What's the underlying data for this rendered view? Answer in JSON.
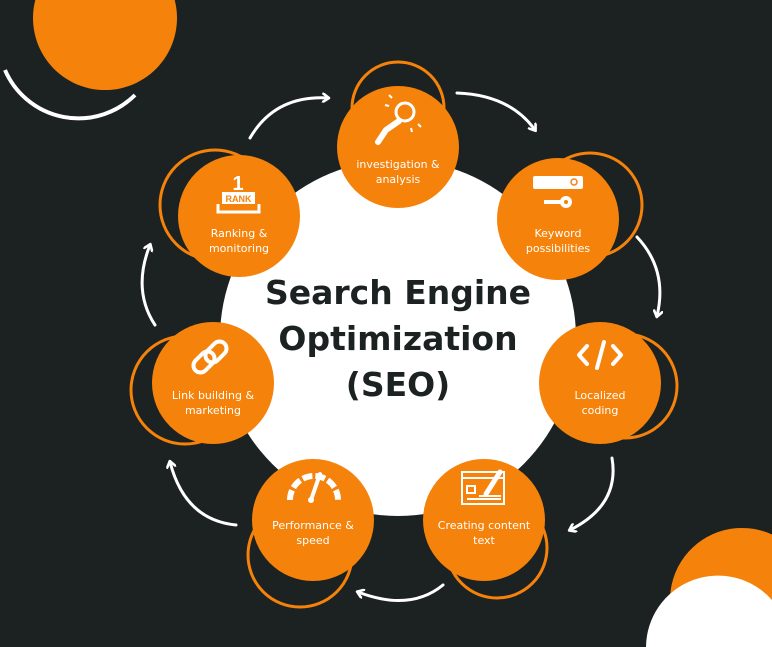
{
  "title": {
    "line1": "Search Engine",
    "line2": "Optimization",
    "line3": "(SEO)"
  },
  "colors": {
    "background": "#1b2221",
    "accent": "#f5820a",
    "center": "#ffffff"
  },
  "steps": [
    {
      "line1": "investigation &",
      "line2": "analysis",
      "icon": "magnifier-hand-icon"
    },
    {
      "line1": "Keyword",
      "line2": "possibilities",
      "icon": "search-key-icon"
    },
    {
      "line1": "Localized",
      "line2": "coding",
      "icon": "code-icon"
    },
    {
      "line1": "Creating content",
      "line2": "text",
      "icon": "content-edit-icon"
    },
    {
      "line1": "Performance &",
      "line2": "speed",
      "icon": "speedometer-icon"
    },
    {
      "line1": "Link building &",
      "line2": "marketing",
      "icon": "link-icon"
    },
    {
      "line1": "Ranking &",
      "line2": "monitoring",
      "icon": "rank-icon"
    }
  ],
  "rank_badge": "RANK",
  "rank_number": "1"
}
